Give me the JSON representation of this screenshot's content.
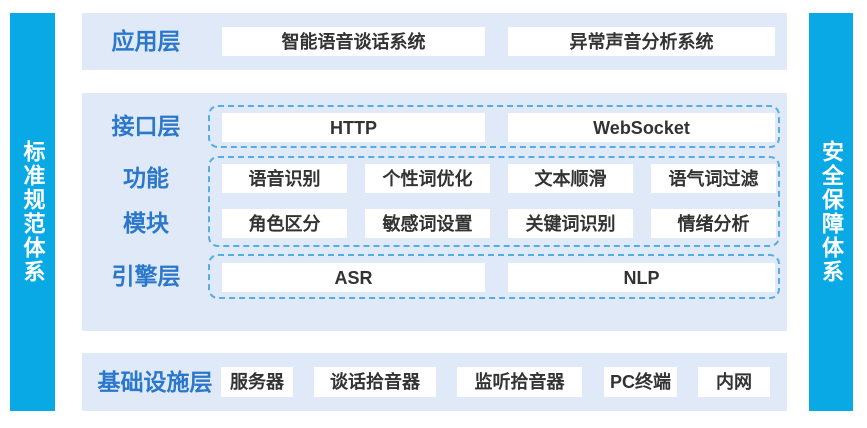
{
  "colors": {
    "pillar_blue": "#09a9e6",
    "panel_bg": "#dfe9f8",
    "label_blue": "#2b78cb",
    "dashed_border": "#55aee3",
    "box_bg": "#ffffff",
    "box_text": "#333333"
  },
  "left_pillar": {
    "label": "标准规范体系"
  },
  "right_pillar": {
    "label": "安全保障体系"
  },
  "application_layer": {
    "label": "应用层",
    "items": [
      "智能语音谈话系统",
      "异常声音分析系统"
    ]
  },
  "middle": {
    "interface_layer": {
      "label": "接口层",
      "items": [
        "HTTP",
        "WebSocket"
      ]
    },
    "function_modules": {
      "label_line1": "功能",
      "label_line2": "模块",
      "row1": [
        "语音识别",
        "个性词优化",
        "文本顺滑",
        "语气词过滤"
      ],
      "row2": [
        "角色区分",
        "敏感词设置",
        "关键词识别",
        "情绪分析"
      ]
    },
    "engine_layer": {
      "label": "引擎层",
      "items": [
        "ASR",
        "NLP"
      ]
    }
  },
  "infrastructure_layer": {
    "label": "基础设施层",
    "items": [
      "服务器",
      "谈话拾音器",
      "监听拾音器",
      "PC终端",
      "内网"
    ]
  }
}
